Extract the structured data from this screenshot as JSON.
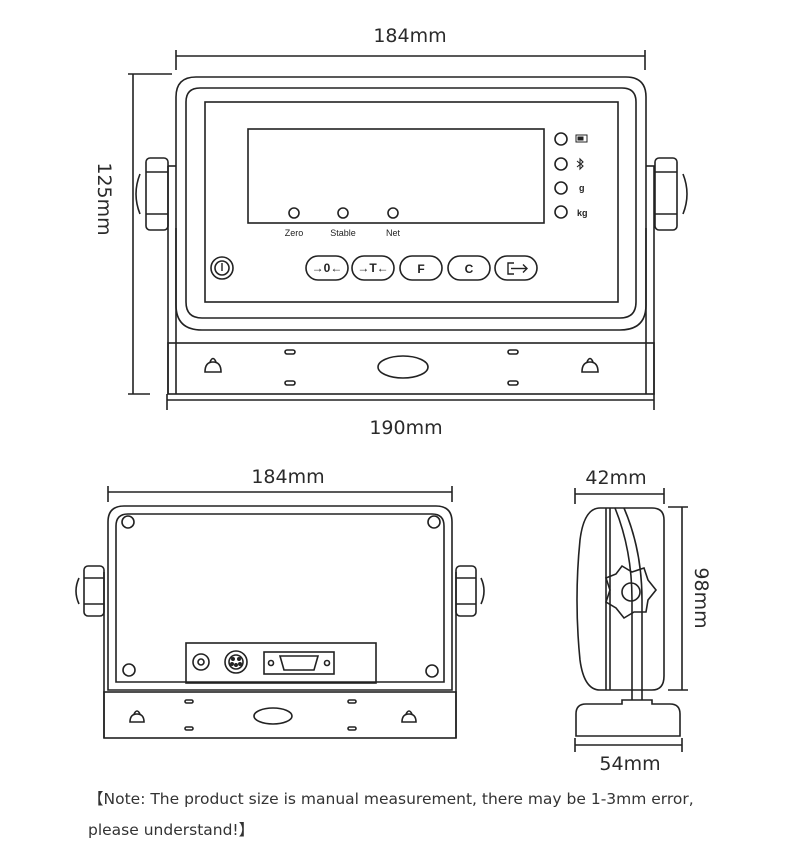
{
  "front_view": {
    "width_top": "184mm",
    "height": "125mm",
    "width_bottom": "190mm",
    "indicators": {
      "zero": "Zero",
      "stable": "Stable",
      "net": "Net"
    },
    "unit_labels": {
      "battery": "battery-icon",
      "bluetooth": "bluetooth-icon",
      "g": "g",
      "kg": "kg"
    },
    "buttons": {
      "power": "power-icon",
      "zero": "→0←",
      "tare": "→T←",
      "function": "F",
      "clear": "C",
      "print": "print-icon"
    }
  },
  "back_view": {
    "width": "184mm"
  },
  "side_view": {
    "depth": "42mm",
    "height": "98mm",
    "base_width": "54mm"
  },
  "note": {
    "line1": "【Note: The product size is manual measurement, there may be 1-3mm error,",
    "line2": "please understand!】"
  },
  "colors": {
    "line": "#222222",
    "dim_line": "#333333"
  }
}
